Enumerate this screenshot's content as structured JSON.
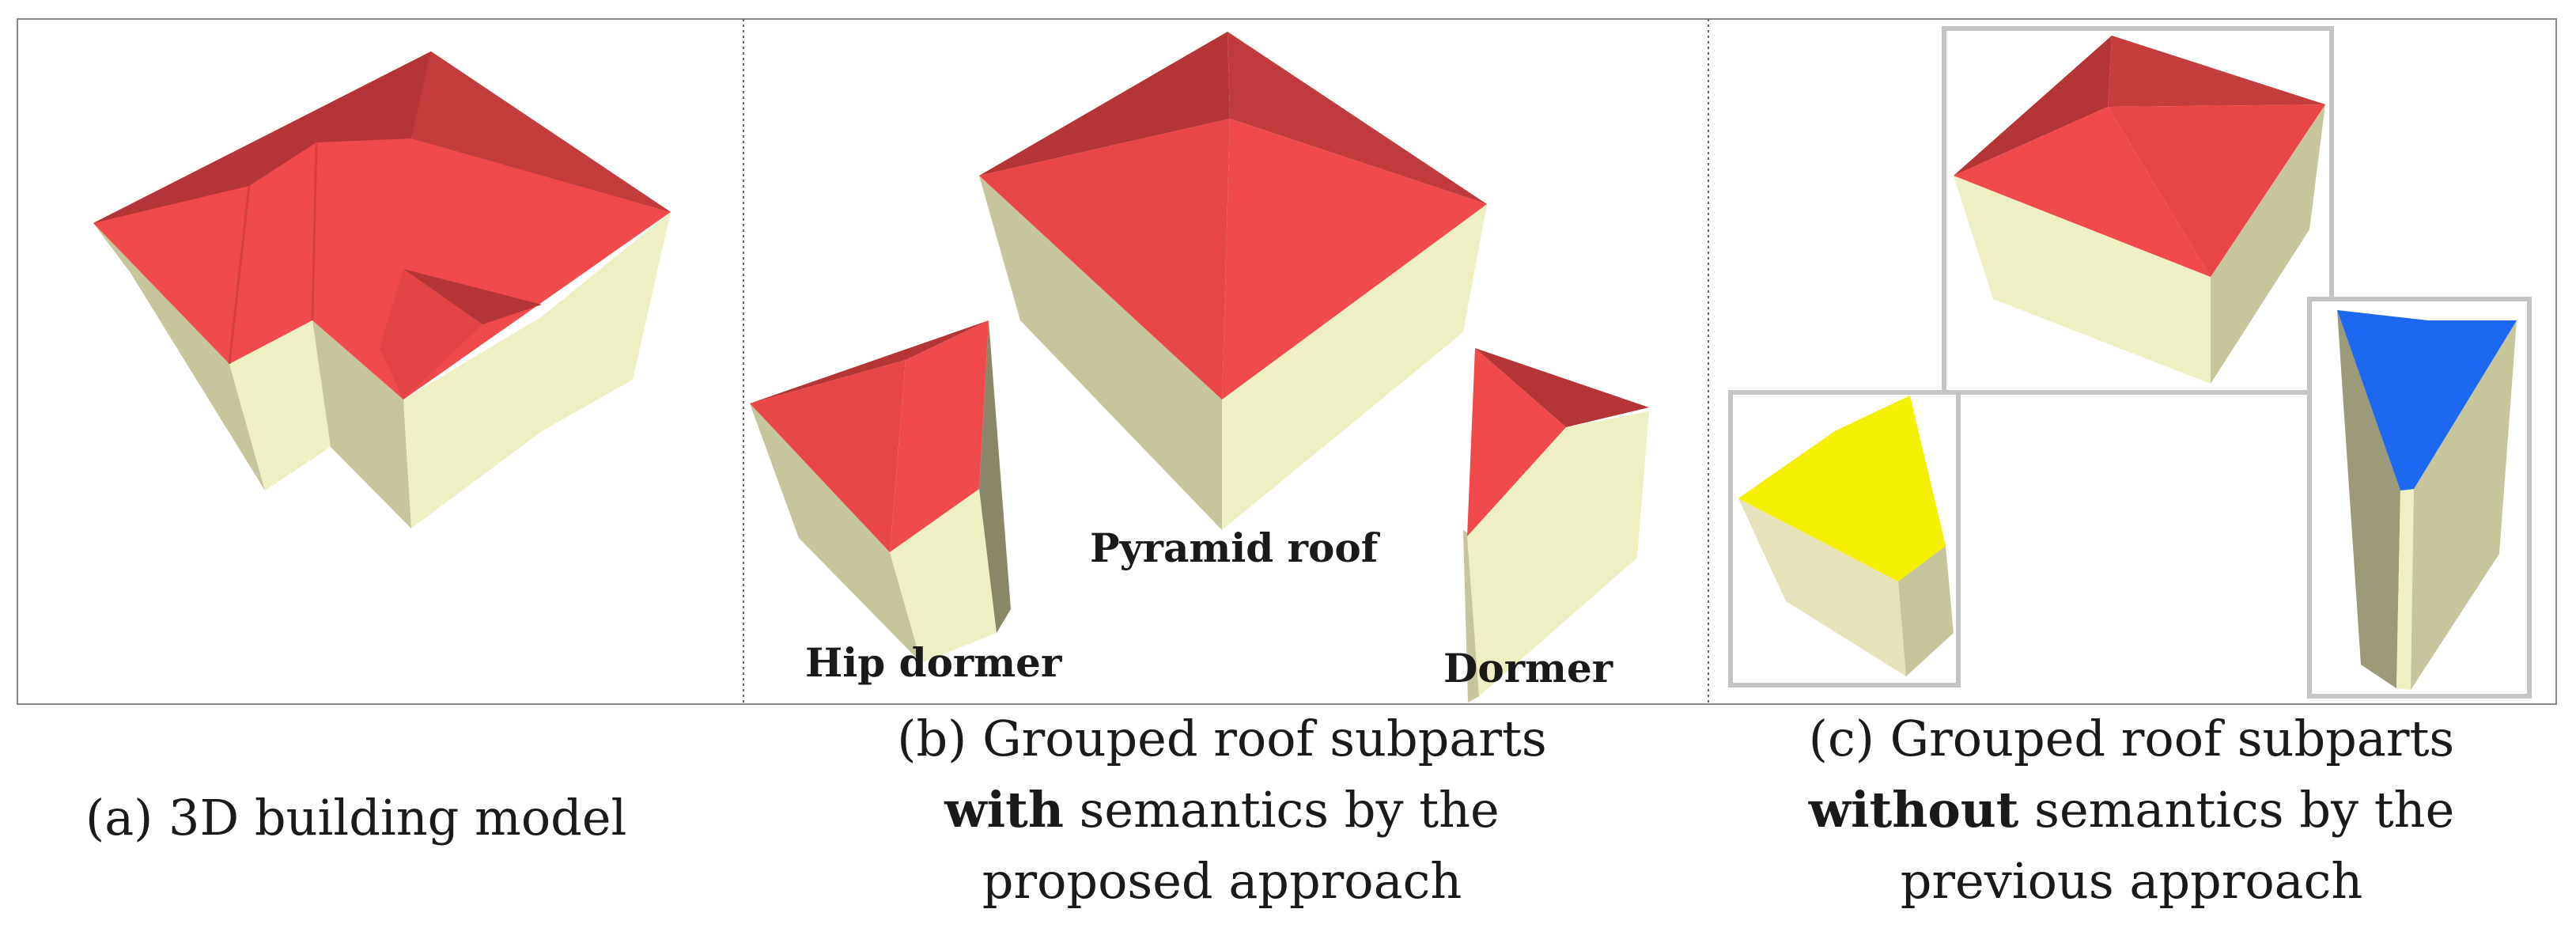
{
  "panels": {
    "a": {
      "caption_line1": "(a) 3D building model"
    },
    "b": {
      "label_pyramid": "Pyramid roof",
      "label_hip": "Hip dormer",
      "label_dormer": "Dormer",
      "caption_line1": "(b) Grouped roof subparts",
      "caption_line2_bold": "with",
      "caption_line2_rest": " semantics by the",
      "caption_line3": "proposed approach"
    },
    "c": {
      "caption_line1": "(c) Grouped roof subparts",
      "caption_line2_bold": "without",
      "caption_line2_rest": " semantics by the",
      "caption_line3": "previous approach"
    }
  },
  "colors": {
    "roof_red": "#f04a4a",
    "roof_dark_red": "#b33535",
    "wall_light": "#efefc4",
    "wall_dark": "#c7c59c",
    "roof_yellow": "#f5f000",
    "roof_blue": "#1c68f0",
    "box_gray": "#c4c4c4"
  }
}
